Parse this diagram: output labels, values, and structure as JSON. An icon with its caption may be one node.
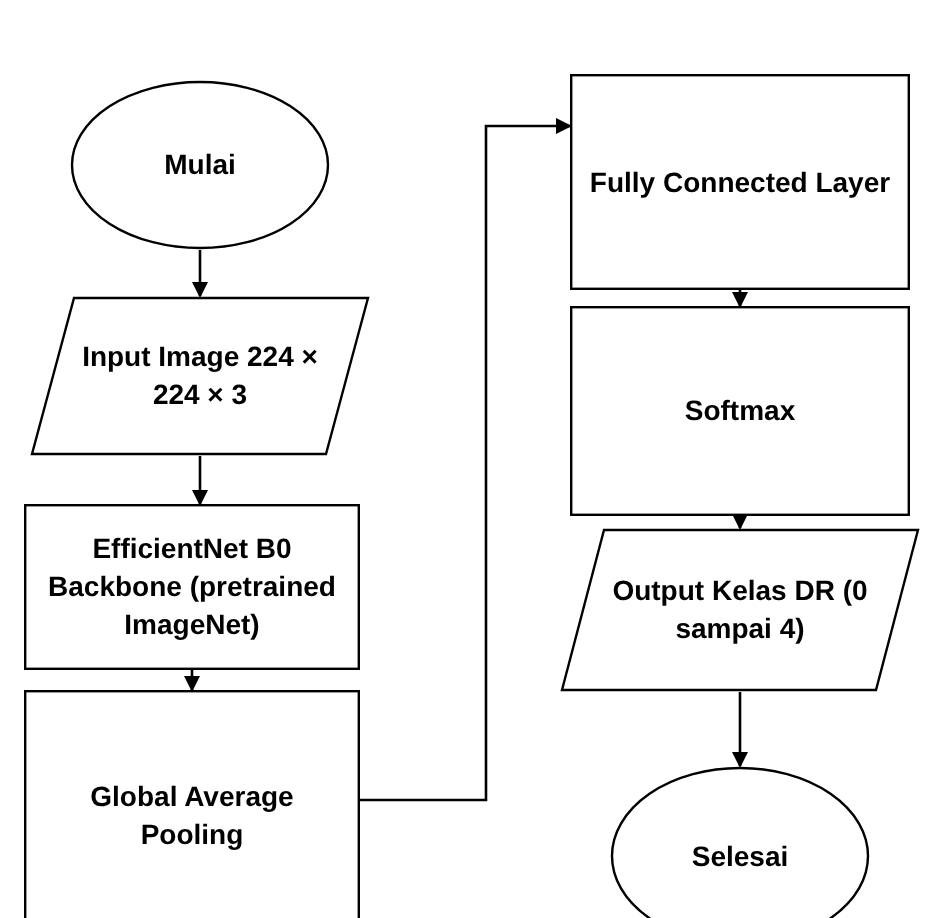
{
  "diagram": {
    "nodes": [
      {
        "text": [
          "Mulai"
        ]
      },
      {
        "text": [
          "Input Image 224 × 224 × 3"
        ]
      },
      {
        "text": [
          "EfficientNet B0 Backbone (pretrained ImageNet)"
        ]
      },
      {
        "text": [
          "Global Average Pooling"
        ]
      },
      {
        "text": [
          "Fully Connected Layer"
        ]
      },
      {
        "text": [
          "Softmax"
        ]
      },
      {
        "text": [
          "Output Kelas DR (0 sampai 4)"
        ]
      },
      {
        "text": [
          "Selesai"
        ]
      }
    ],
    "edges": [
      {
        "from": 0,
        "to": 1,
        "arrow": "to"
      },
      {
        "from": 1,
        "to": 2,
        "arrow": "to"
      },
      {
        "from": 2,
        "to": 3,
        "arrow": "to"
      },
      {
        "from": 3,
        "to": 4,
        "arrow": "to"
      },
      {
        "from": 4,
        "to": 5,
        "arrow": "to"
      },
      {
        "from": 5,
        "to": 6,
        "arrow": "to"
      },
      {
        "from": 6,
        "to": 7,
        "arrow": "to"
      }
    ]
  }
}
